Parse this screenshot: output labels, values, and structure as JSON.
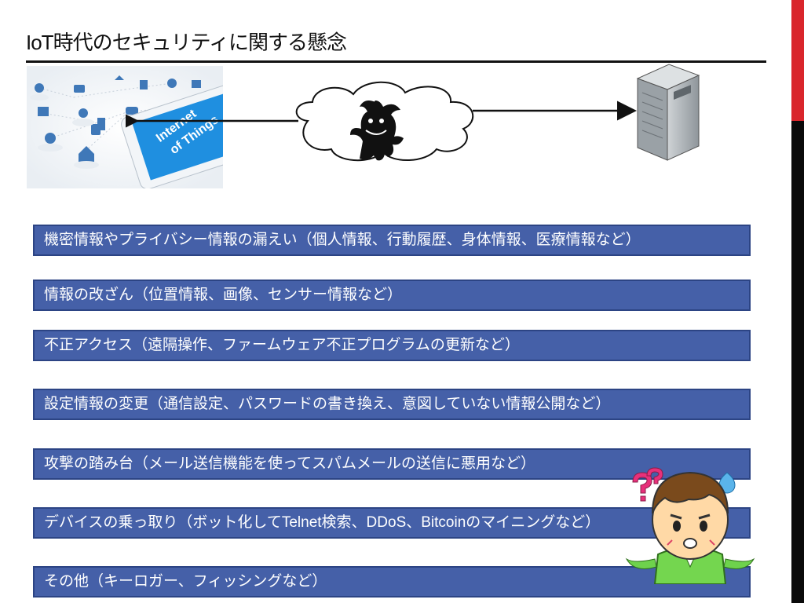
{
  "slide": {
    "title": "IoT時代のセキュリティに関する懸念",
    "graphic_text": {
      "phone_line1": "Internet",
      "phone_line2": "of Things"
    }
  },
  "concerns": [
    "機密情報やプライバシー情報の漏えい（個人情報、行動履歴、身体情報、医療情報など）",
    "情報の改ざん（位置情報、画像、センサー情報など）",
    "不正アクセス（遠隔操作、ファームウェア不正プログラムの更新など）",
    "設定情報の変更（通信設定、パスワードの書き換え、意図していない情報公開など）",
    "攻撃の踏み台（メール送信機能を使ってスパムメールの送信に悪用など）",
    "デバイスの乗っ取り（ボット化してTelnet検索、DDoS、Bitcoinのマイニングなど）",
    "その他（キーロガー、フィッシングなど）"
  ],
  "colors": {
    "bar": "#4560a8",
    "bar_border": "#2c4484",
    "accent_red": "#d9262c"
  },
  "icons": [
    "iot-devices-illustration",
    "cloud-icon",
    "monster-icon",
    "server-icon",
    "confused-person-icon"
  ]
}
